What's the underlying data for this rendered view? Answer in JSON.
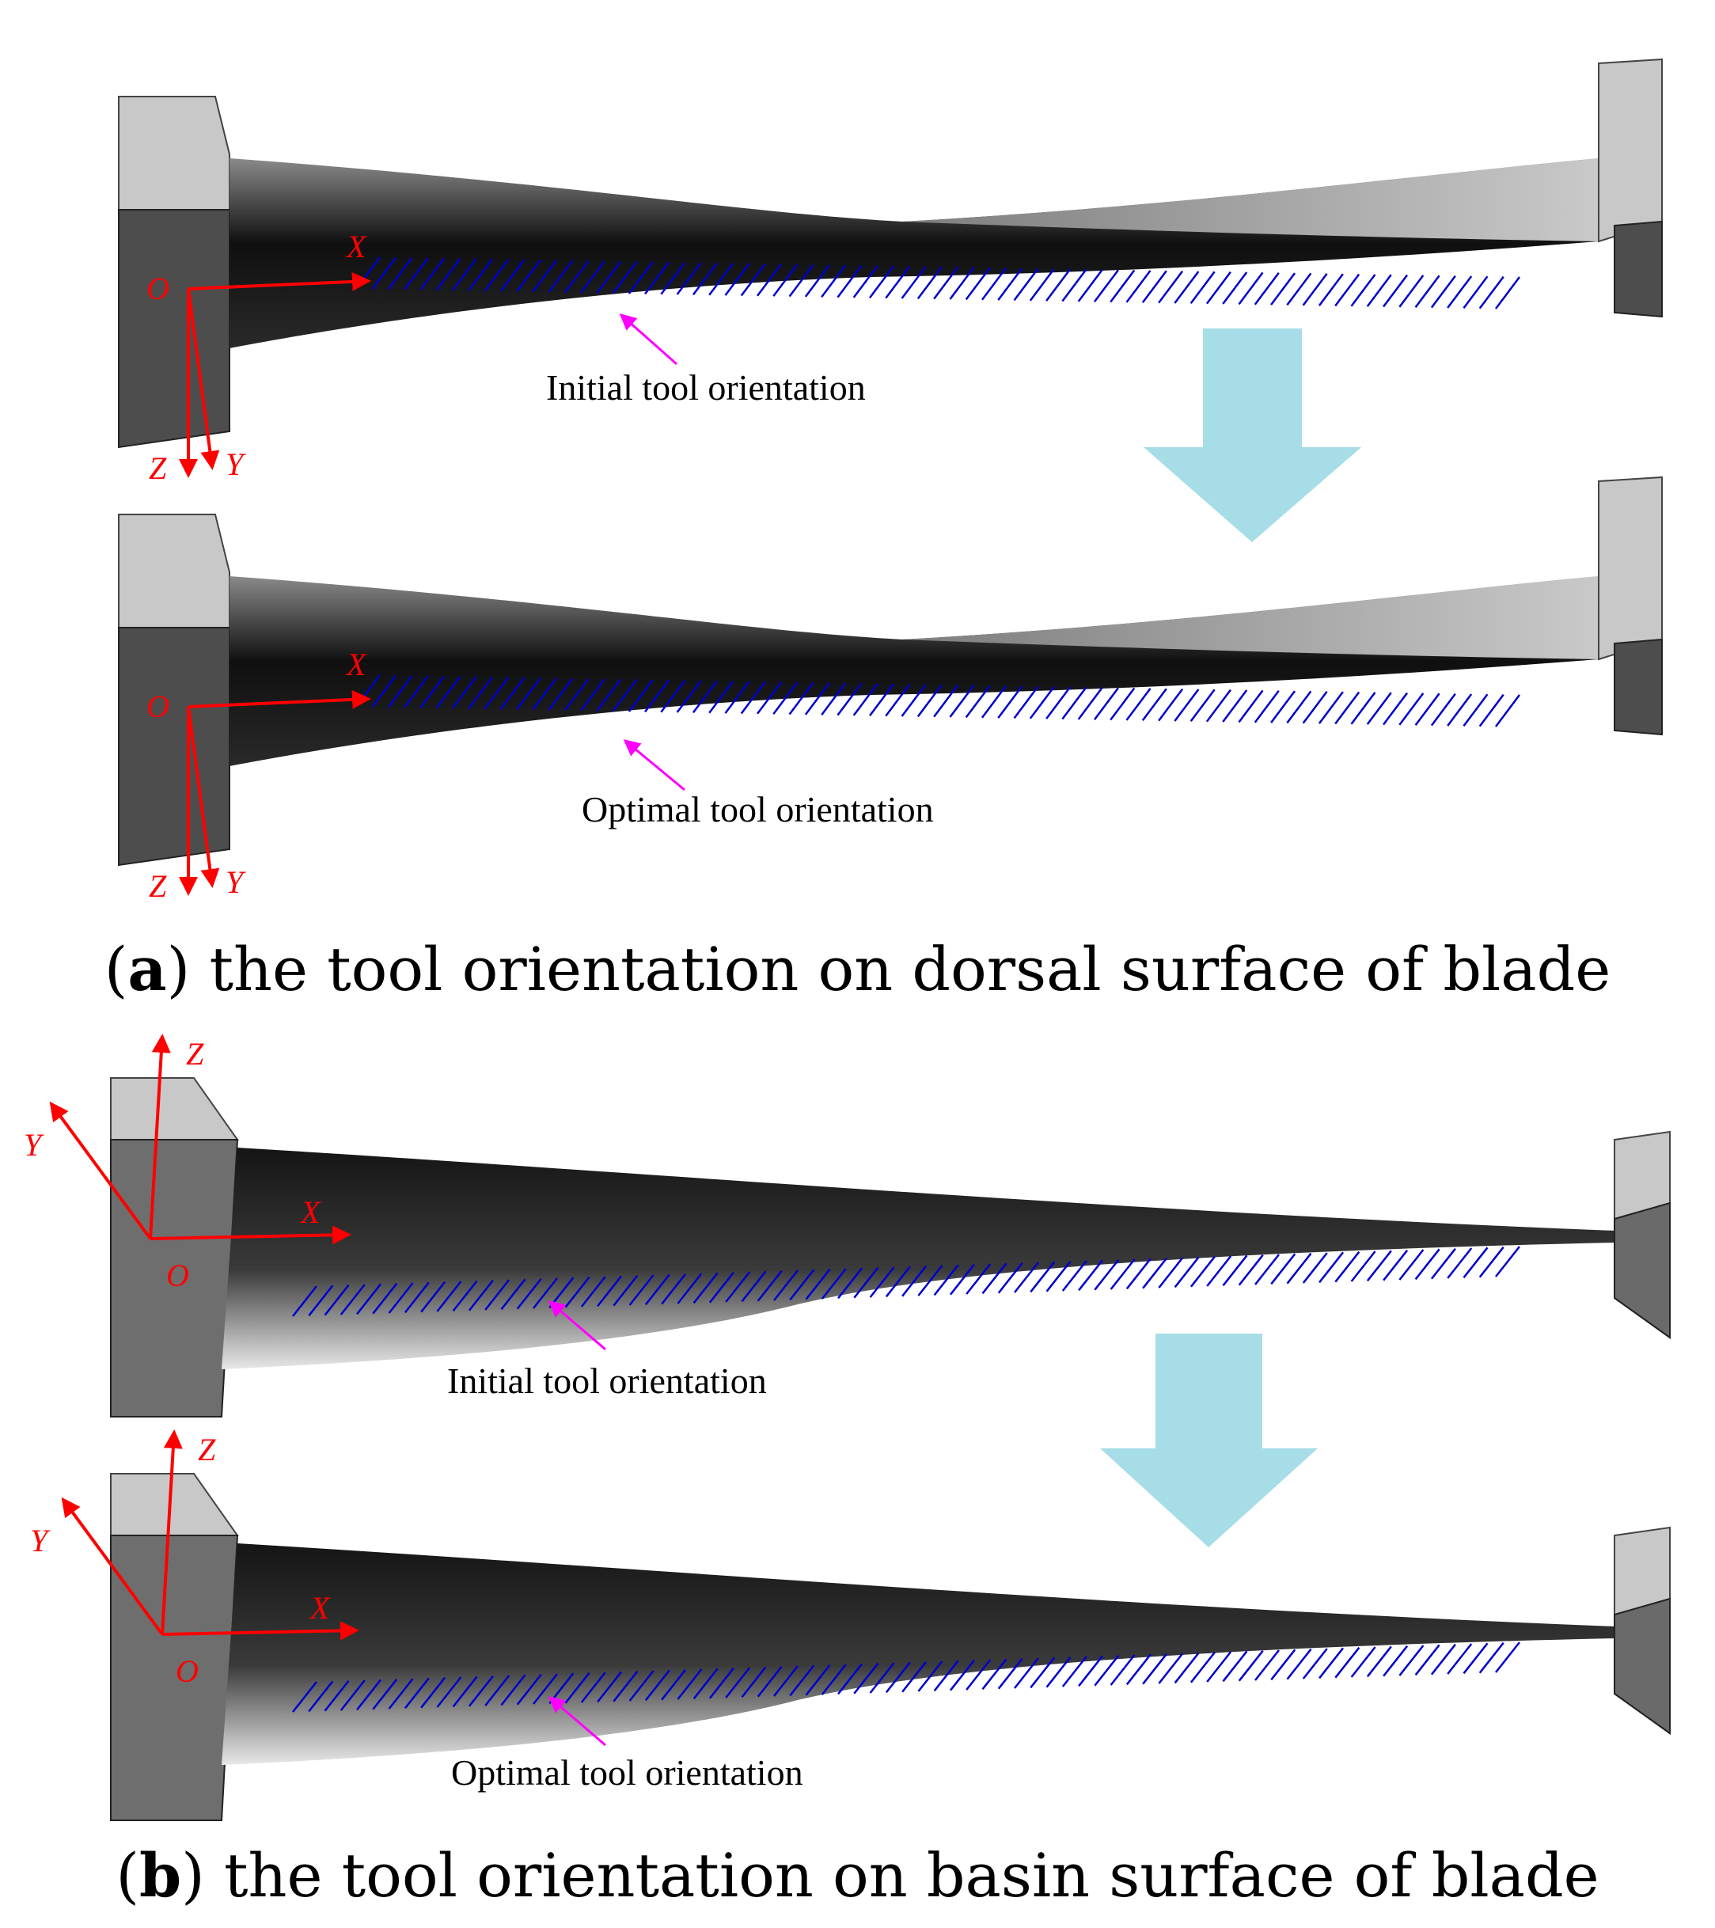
{
  "panel_a": {
    "top": {
      "axes": {
        "x": "X",
        "y": "Y",
        "z": "Z",
        "origin": "O"
      },
      "callout": "Initial tool orientation"
    },
    "bottom": {
      "axes": {
        "x": "X",
        "y": "Y",
        "z": "Z",
        "origin": "O"
      },
      "callout": "Optimal tool orientation"
    },
    "caption": {
      "letter": "a",
      "text": " the tool orientation on dorsal surface of blade"
    }
  },
  "panel_b": {
    "top": {
      "axes": {
        "x": "X",
        "y": "Y",
        "z": "Z",
        "origin": "O"
      },
      "callout": "Initial tool orientation"
    },
    "bottom": {
      "axes": {
        "x": "X",
        "y": "Y",
        "z": "Z",
        "origin": "O"
      },
      "callout": "Optimal tool orientation"
    },
    "caption": {
      "letter": "b",
      "text": " the tool orientation on basin surface of blade"
    }
  },
  "colors": {
    "axis": "#ff0000",
    "tool_lines": "#0000cc",
    "callout_arrow": "#ff00ff",
    "transition_arrow": "#a6dde7",
    "blade_dark": "#1a1a1a",
    "block_light": "#c8c8c8",
    "block_dark": "#555555"
  }
}
